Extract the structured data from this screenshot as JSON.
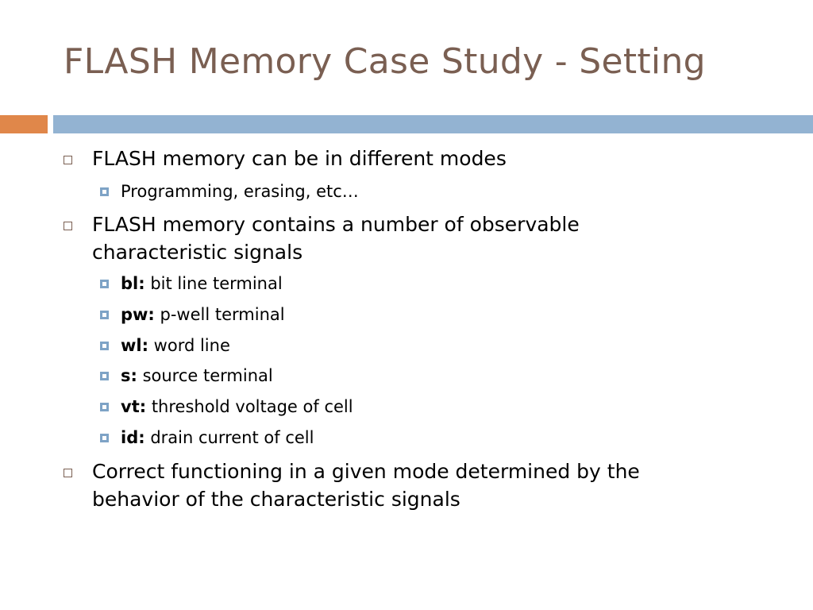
{
  "slide": {
    "title": "FLASH Memory Case Study - Setting",
    "accent_colors": {
      "title": "#7a5f52",
      "orange_bar": "#e0874a",
      "blue_bar": "#93b3d2",
      "bullet_blue": "#7ea3c6"
    },
    "bullets": [
      {
        "text": "FLASH memory can be in different modes",
        "sub": [
          "Programming, erasing, etc…"
        ]
      },
      {
        "text_line1": "FLASH memory contains a number of observable",
        "text_line2": "characteristic signals",
        "signals": [
          {
            "term": "bl:",
            "desc": " bit line terminal"
          },
          {
            "term": "pw:",
            "desc": " p-well terminal"
          },
          {
            "term": "wl:",
            "desc": " word line"
          },
          {
            "term": "s:",
            "desc": " source terminal"
          },
          {
            "term": "vt:",
            "desc": " threshold voltage of cell"
          },
          {
            "term": "id:",
            "desc": " drain current of cell"
          }
        ]
      },
      {
        "text_line1": "Correct functioning in a given mode determined by the",
        "text_line2": "behavior of the characteristic signals"
      }
    ]
  }
}
